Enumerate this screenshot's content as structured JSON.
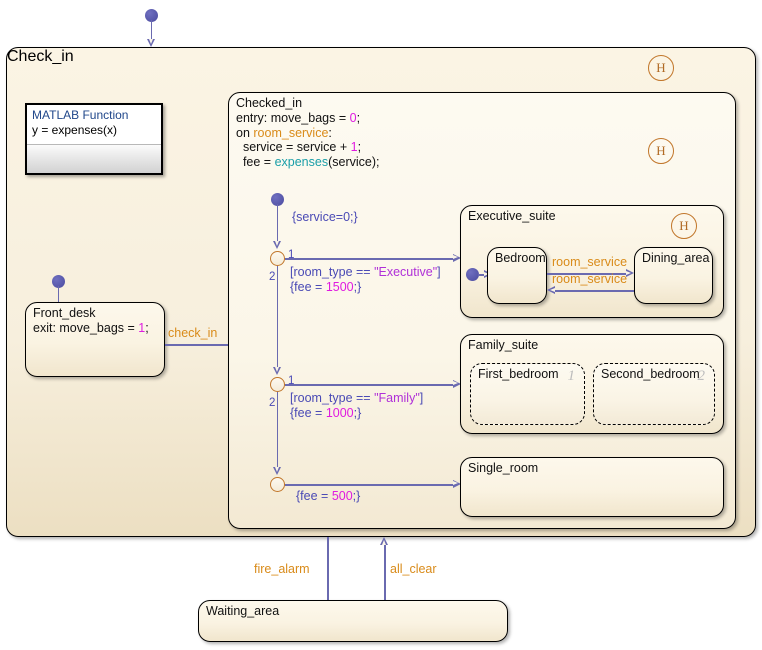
{
  "chart": {
    "root_label": "Check_in",
    "default_transition": "default-entry"
  },
  "ml_function": {
    "title": "MATLAB Function",
    "signature": "y = expenses(x)"
  },
  "front_desk": {
    "label": "Front_desk",
    "action_prefix": "exit: move_bags = ",
    "action_value": "1",
    "action_suffix": ";"
  },
  "transitions": {
    "check_in": "check_in",
    "fire_alarm": "fire_alarm",
    "all_clear": "all_clear",
    "room_service_fwd": "room_service",
    "room_service_back": "room_service"
  },
  "checked_in": {
    "label": "Checked_in",
    "entry_prefix": "entry: move_bags = ",
    "entry_value": "0",
    "entry_suffix": ";",
    "on_prefix": "on ",
    "on_event": "room_service",
    "on_suffix": ":",
    "line1_prefix": "  service = service + ",
    "line1_value": "1",
    "line1_suffix": ";",
    "line2_prefix": "  fee = ",
    "line2_fn": "expenses",
    "line2_suffix": "(service);",
    "init_action": "{service=0;}"
  },
  "junctions": [
    {
      "name": "executive-junction",
      "out1": "1",
      "out2": "2",
      "condition_open": "[room_type == ",
      "condition_value": "\"Executive\"",
      "condition_close": "]",
      "action_open": "{fee = ",
      "action_value": "1500",
      "action_close": ";}"
    },
    {
      "name": "family-junction",
      "out1": "1",
      "out2": "2",
      "condition_open": "[room_type == ",
      "condition_value": "\"Family\"",
      "condition_close": "]",
      "action_open": "{fee = ",
      "action_value": "1000",
      "action_close": ";}"
    },
    {
      "name": "single-junction",
      "action_open": "{fee = ",
      "action_value": "500",
      "action_close": ";}"
    }
  ],
  "executive_suite": {
    "label": "Executive_suite",
    "history": "H",
    "bedroom": "Bedroom",
    "dining_area": "Dining_area"
  },
  "family_suite": {
    "label": "Family_suite",
    "first_bedroom": "First_bedroom",
    "first_index": "1",
    "second_bedroom": "Second_bedroom",
    "second_index": "2"
  },
  "single_room": {
    "label": "Single_room"
  },
  "waiting_area": {
    "label": "Waiting_area"
  },
  "history_markers": {
    "chart": "H",
    "checked_in": "H"
  },
  "colors": {
    "state_fill": "#faf3e2",
    "state_border": "#000000",
    "transition_line": "#6a6ab0",
    "event_text": "#d98b1a",
    "junction": "#c1762a",
    "number_literal": "#e01be0",
    "string_literal": "#b030d8",
    "function_name": "#1a9fa8",
    "condition_text": "#4a4ab5",
    "matlab_title": "#20478b"
  }
}
